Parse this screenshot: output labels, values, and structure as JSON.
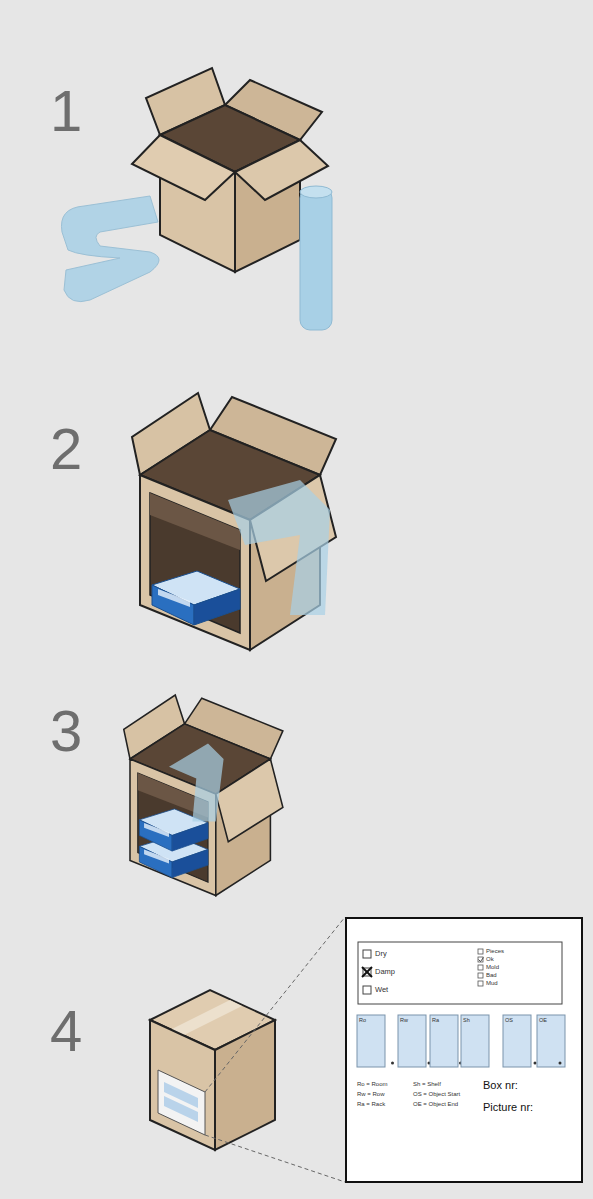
{
  "diagram": {
    "nodes": [
      {
        "text": [
          "Dry",
          "Damp",
          "Wet",
          "Pieces",
          "Ok",
          "Mold",
          "Bad",
          "Mud",
          "Ro",
          "Rw",
          "Ra",
          "Sh",
          "OS",
          "OE",
          "Ro = Room",
          "Rw = Row",
          "Ra = Rack",
          "Sh = Shelf",
          "OS = Object Start",
          "OE = Object End",
          "Box nr:",
          "Picture nr:"
        ]
      }
    ],
    "labels": [
      "1",
      "2",
      "3",
      "4"
    ]
  }
}
